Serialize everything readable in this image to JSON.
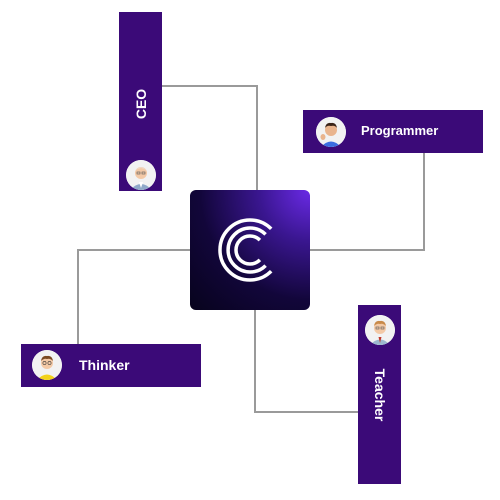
{
  "nodes": {
    "ceo": {
      "label": "CEO",
      "avatar_icon": "businessman-avatar-icon"
    },
    "programmer": {
      "label": "Programmer",
      "avatar_icon": "programmer-avatar-icon"
    },
    "thinker": {
      "label": "Thinker",
      "avatar_icon": "thinker-avatar-icon"
    },
    "teacher": {
      "label": "Teacher",
      "avatar_icon": "teacher-avatar-icon"
    }
  },
  "center": {
    "logo_icon": "concentric-c-logo-icon"
  },
  "colors": {
    "card_bg": "#3b0a78",
    "card_text": "#ffffff",
    "connector": "#9a9a9a",
    "logo_gradient_light": "#6a2ae6",
    "logo_gradient_dark": "#07031c"
  }
}
